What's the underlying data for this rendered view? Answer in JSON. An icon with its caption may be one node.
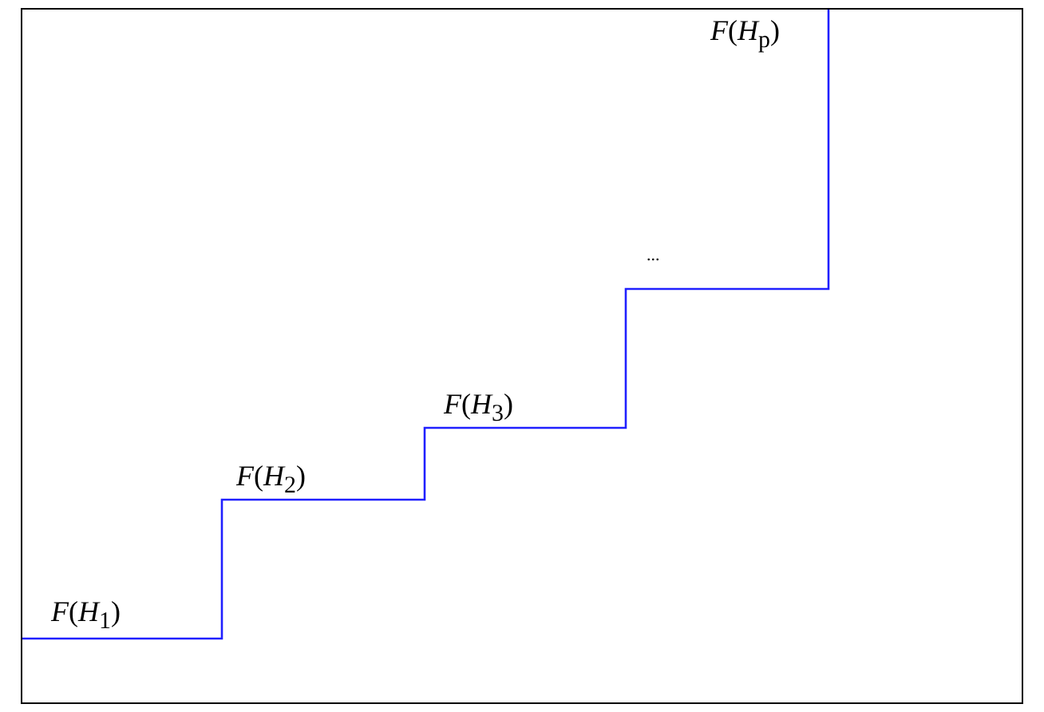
{
  "diagram": {
    "labels": [
      "*F*(*H*$_{p}$)",
      "...",
      "*F*(*H*$_{3}$)",
      "*F*(*H*$_{2}$)",
      "*F*(*H*$_{1}$)"
    ]
  }
}
